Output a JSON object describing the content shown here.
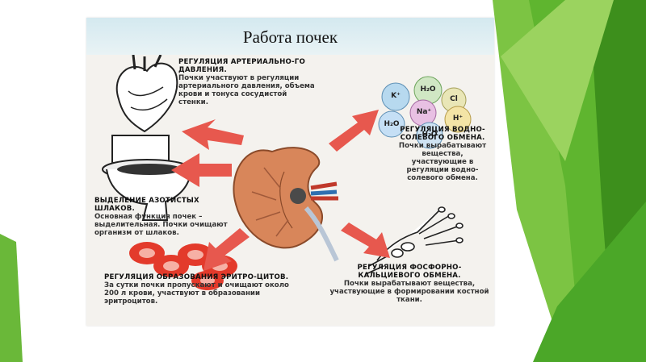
{
  "slide": {
    "title": "Работа почек"
  },
  "captions": {
    "blood_pressure": {
      "heading": "РЕГУЛЯЦИЯ АРТЕРИАЛЬНО-ГО ДАВЛЕНИЯ.",
      "text": "Почки участвуют в регуляции артериального давления, объема крови и тонуса сосудистой стенки."
    },
    "water_salt": {
      "heading": "РЕГУЛЯЦИЯ ВОДНО-СОЛЕВОГО ОБМЕНА.",
      "text": "Почки вырабатывают вещества, участвующие в регуляции водно-солевого обмена."
    },
    "waste": {
      "heading": "ВЫДЕЛЕНИЕ АЗОТИСТЫХ ШЛАКОВ.",
      "text": "Основная функция почек – выделительная. Почки очищают организм от шлаков."
    },
    "phosphorus_calcium": {
      "heading": "РЕГУЛЯЦИЯ ФОСФОРНО-КАЛЬЦИЕВОГО ОБМЕНА.",
      "text": "Почки вырабатывают вещества, участвующие в формировании костной ткани."
    },
    "erythrocytes": {
      "heading": "РЕГУЛЯЦИЯ ОБРАЗОВАНИЯ ЭРИТРО-ЦИТОВ.",
      "text": "За сутки почки пропускают и очищают около 200 л крови, участвуют в образовании эритроцитов."
    }
  },
  "ions": {
    "k": "K⁺",
    "h2o_top": "H₂O",
    "cl": "Cl",
    "na": "Na⁺",
    "h": "H⁺",
    "h2o_left": "H₂O",
    "h2o_bottom": "H₂O"
  },
  "colors": {
    "accent_green": "#5fb52f",
    "dark_green": "#3d8f1c",
    "arrow_red": "#e7584e",
    "kidney": "#d8865a"
  }
}
